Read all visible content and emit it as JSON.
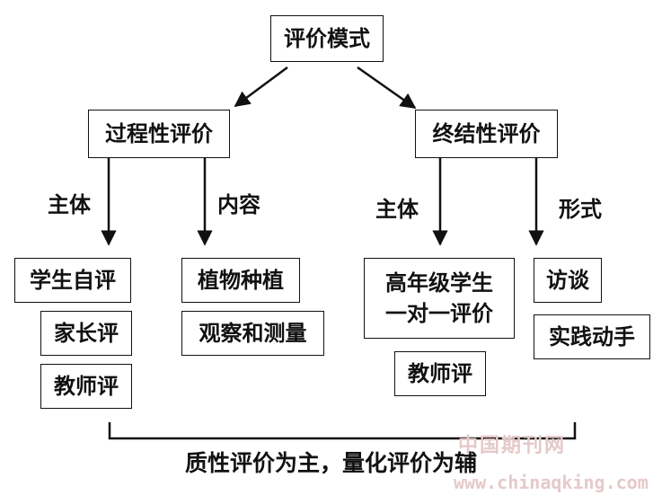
{
  "root": "评价模式",
  "branches": {
    "process": {
      "title": "过程性评价",
      "subject_label": "主体",
      "content_label": "内容",
      "subjects": [
        "学生自评",
        "家长评",
        "教师评"
      ],
      "contents": [
        "植物种植",
        "观察和测量"
      ]
    },
    "summative": {
      "title": "终结性评价",
      "subject_label": "主体",
      "form_label": "形式",
      "subjects": [
        "高年级学生",
        "一对一评价",
        "教师评"
      ],
      "forms": [
        "访谈",
        "实践动手"
      ]
    }
  },
  "bottom_caption": "质性评价为主，量化评价为辅",
  "watermark": {
    "cn": "中国期刊网",
    "url": "www.chinaqking.com"
  }
}
